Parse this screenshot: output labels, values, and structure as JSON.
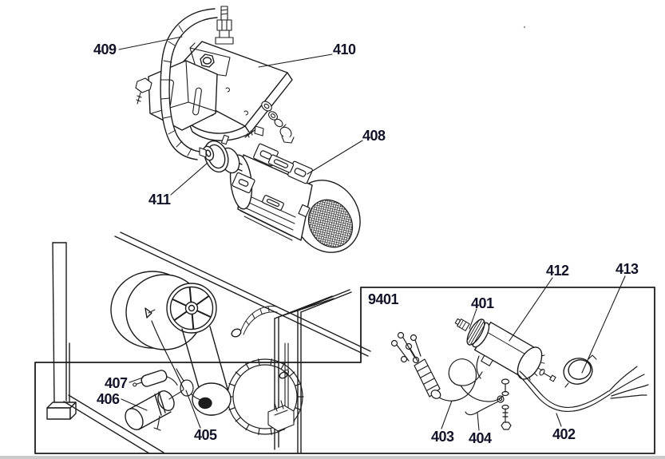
{
  "figure": {
    "kind": "exploded-parts-diagram",
    "background": "#ffffff",
    "line_color": "#1c1c1c",
    "label_color": "#131328",
    "bottom_bar_color": "#cbcbcb",
    "group_box_label": "9401"
  },
  "callouts": [
    {
      "label": "409"
    },
    {
      "label": "410"
    },
    {
      "label": "408"
    },
    {
      "label": "411"
    },
    {
      "label": "9401"
    },
    {
      "label": "401"
    },
    {
      "label": "412"
    },
    {
      "label": "413"
    },
    {
      "label": "403"
    },
    {
      "label": "404"
    },
    {
      "label": "402"
    },
    {
      "label": "405"
    },
    {
      "label": "406"
    },
    {
      "label": "407"
    }
  ]
}
